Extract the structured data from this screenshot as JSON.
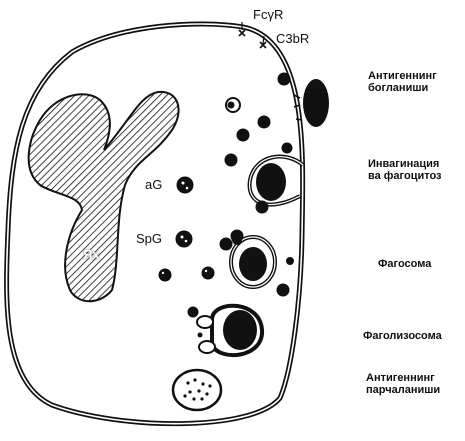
{
  "receptors": {
    "fc": "FcγR",
    "c3b": "C3bR"
  },
  "cell_labels": {
    "ag": "aG",
    "spg": "SpG",
    "nucleus": "Ях"
  },
  "stages": [
    {
      "line1": "Антигеннинг",
      "line2": "богланиши"
    },
    {
      "line1": "Инвагинация",
      "line2": "ва фагоцитоз"
    },
    {
      "line1": "Фагосома",
      "line2": ""
    },
    {
      "line1": "Фаголизосома",
      "line2": ""
    },
    {
      "line1": "Антигеннинг",
      "line2": "парчаланиши"
    }
  ],
  "colors": {
    "ink": "#111111",
    "paper": "#ffffff"
  }
}
